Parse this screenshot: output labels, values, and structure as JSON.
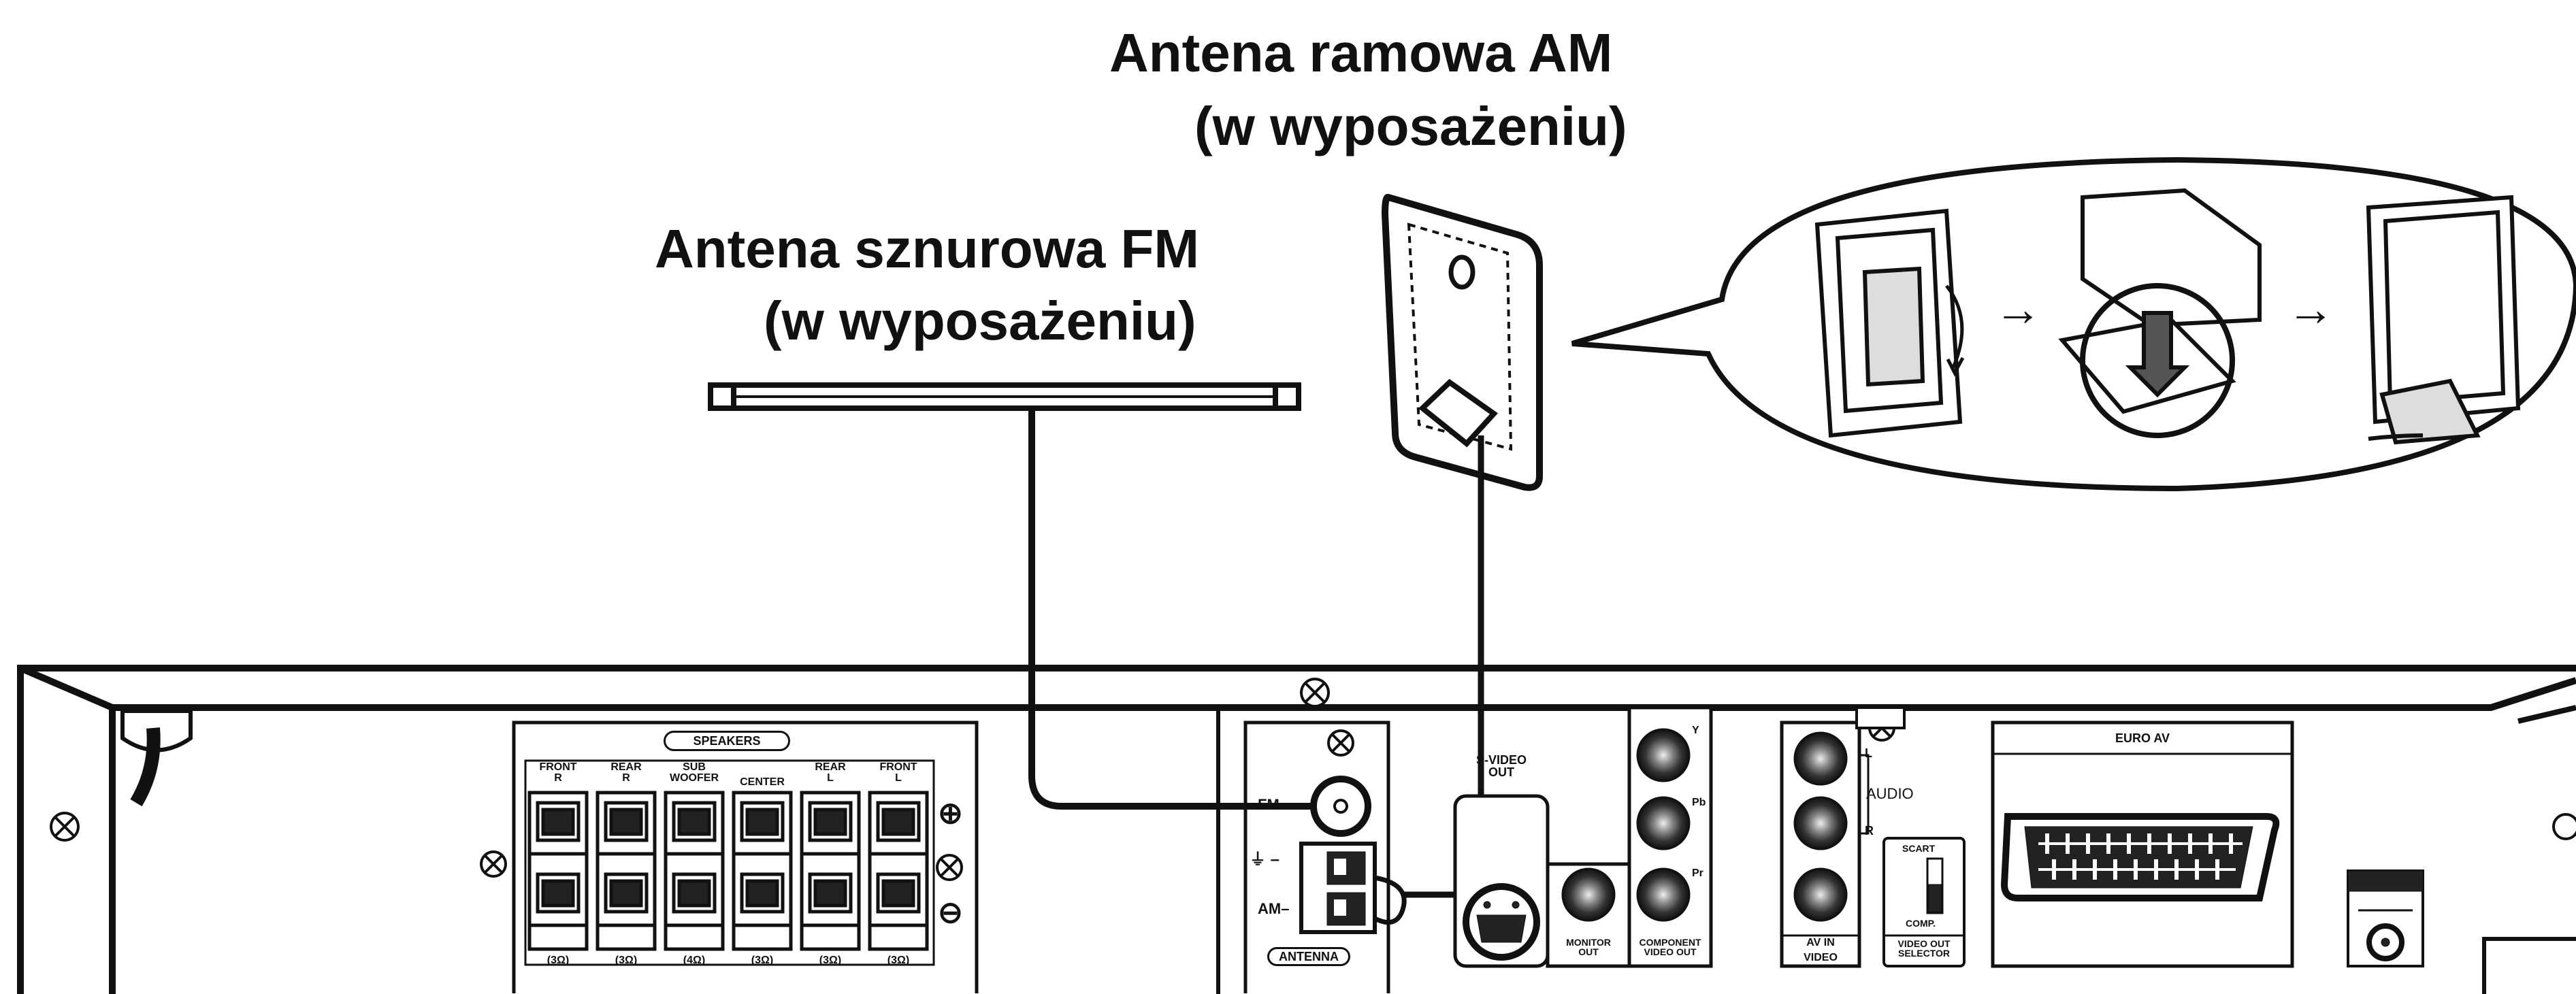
{
  "captions": {
    "am_antenna_title": "Antena ramowa AM",
    "am_antenna_sub": "(w wyposażeniu)",
    "fm_antenna_title": "Antena sznurowa FM",
    "fm_antenna_sub": "(w wyposażeniu)"
  },
  "speakers": {
    "title": "SPEAKERS",
    "channels": [
      {
        "label": "FRONT\nR",
        "impedance": "(3Ω)"
      },
      {
        "label": "REAR\nR",
        "impedance": "(3Ω)"
      },
      {
        "label": "SUB\nWOOFER",
        "impedance": "(4Ω)"
      },
      {
        "label": "CENTER",
        "impedance": "(3Ω)"
      },
      {
        "label": "REAR\nL",
        "impedance": "(3Ω)"
      },
      {
        "label": "FRONT\nL",
        "impedance": "(3Ω)"
      }
    ],
    "plus": "⊕",
    "minus": "⊖"
  },
  "antenna": {
    "fm": "FM–",
    "am": "AM–",
    "ground": "⏚ –",
    "title": "ANTENNA"
  },
  "video": {
    "svideo_out": "S-VIDEO\nOUT",
    "monitor_out": "MONITOR\nOUT",
    "component": "COMPONENT\nVIDEO OUT",
    "y": "Y",
    "pb": "Pb",
    "pr": "Pr"
  },
  "av_in": {
    "audio": "AUDIO",
    "l": "L",
    "r": "R",
    "title": "AV IN",
    "video": "VIDEO"
  },
  "selector": {
    "scart": "SCART",
    "comp": "COMP.",
    "title": "VIDEO OUT\nSELECTOR"
  },
  "euro_av": "EURO AV"
}
